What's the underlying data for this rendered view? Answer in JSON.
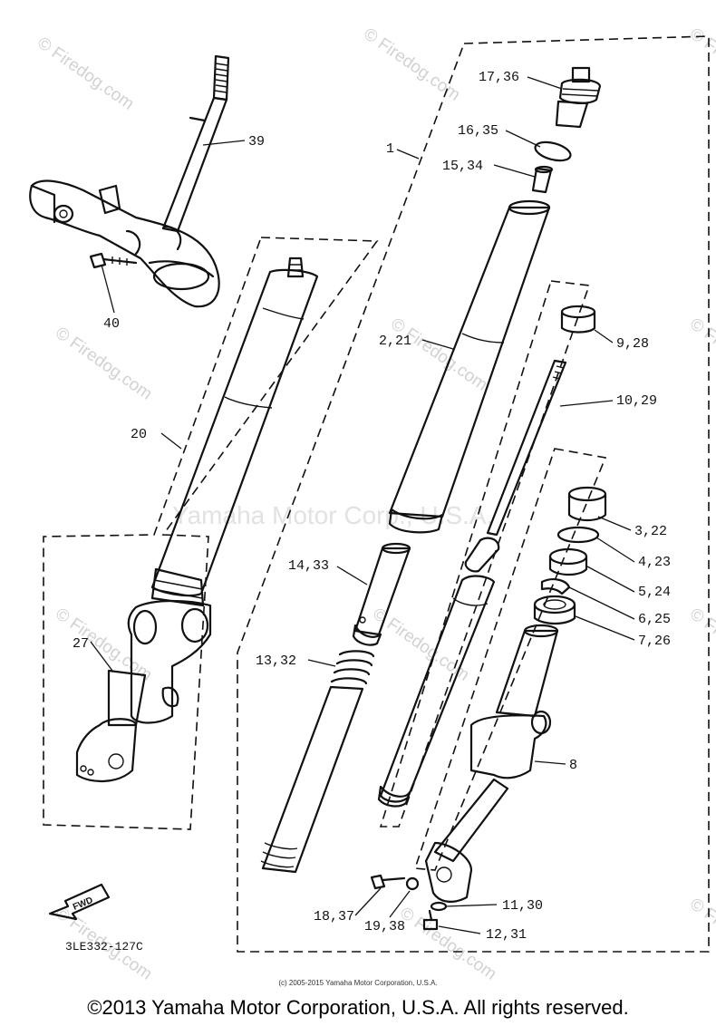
{
  "diagram_code": "3LE332-127C",
  "direction_badge": "FWD",
  "watermarks": {
    "center": "Yamaha Motor Corp., U.S.A.",
    "site": "© Firedog.com"
  },
  "image_copyright": "(c) 2005-2015 Yamaha Motor Corporation, U.S.A.",
  "footer_copyright": "©2013 Yamaha Motor Corporation, U.S.A. All rights reserved.",
  "callouts": {
    "c39": "39",
    "c40": "40",
    "c20": "20",
    "c27": "27",
    "c1": "1",
    "c17": "17,36",
    "c16": "16,35",
    "c15": "15,34",
    "c2": "2,21",
    "c9": "9,28",
    "c10": "10,29",
    "c3": "3,22",
    "c4": "4,23",
    "c5": "5,24",
    "c6": "6,25",
    "c7": "7,26",
    "c8": "8",
    "c14": "14,33",
    "c13": "13,32",
    "c18": "18,37",
    "c19": "19,38",
    "c11": "11,30",
    "c12": "12,31"
  }
}
